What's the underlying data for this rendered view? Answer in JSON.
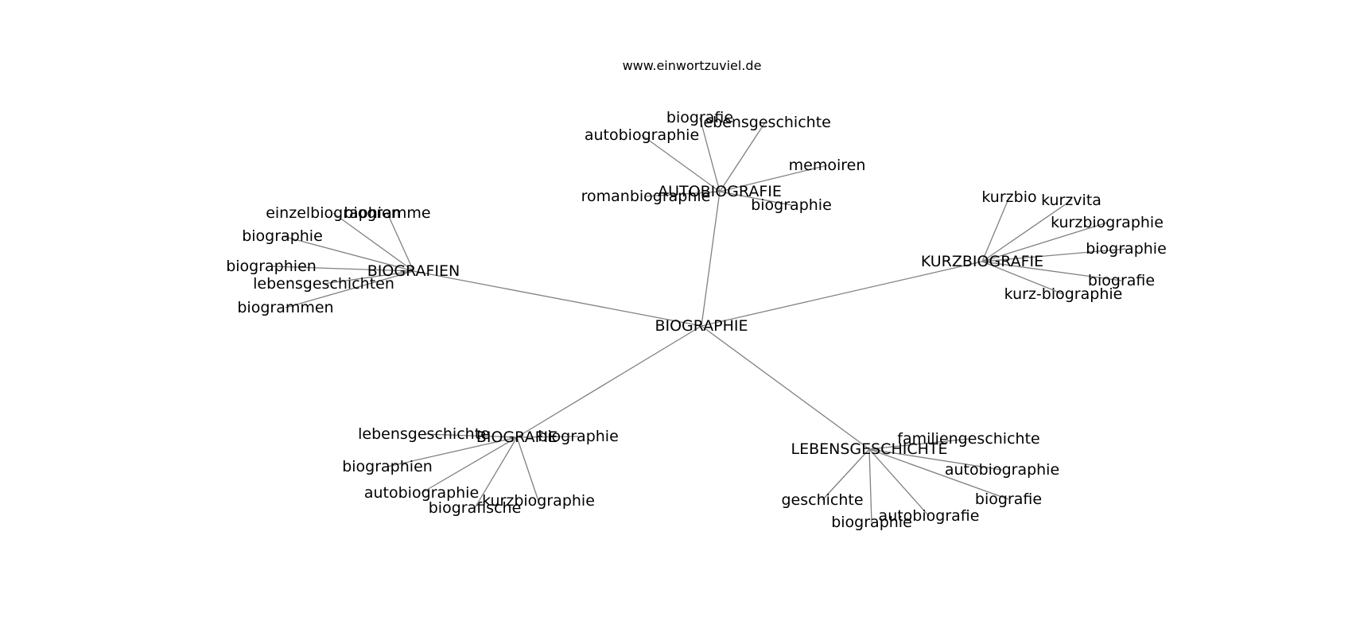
{
  "website": "www.einwortzuviel.de",
  "graph": {
    "center": "BIOGRAPHIE",
    "clusters": [
      {
        "label": "AUTOBIOGRAFIE",
        "leaves": [
          "biografie",
          "lebensgeschichte",
          "autobiographie",
          "memoiren",
          "romanbiographie",
          "biographie"
        ]
      },
      {
        "label": "BIOGRAFIEN",
        "leaves": [
          "einzelbiographien",
          "biogramme",
          "biographie",
          "biographien",
          "lebensgeschichten",
          "biogrammen"
        ]
      },
      {
        "label": "KURZBIOGRAFIE",
        "leaves": [
          "kurzbio",
          "kurzvita",
          "kurzbiographie",
          "biographie",
          "biografie",
          "kurz-biographie"
        ]
      },
      {
        "label": "BIOGRAFIE",
        "leaves": [
          "lebensgeschichte",
          "biographie",
          "biographien",
          "autobiographie",
          "biografische",
          "kurzbiographie"
        ]
      },
      {
        "label": "LEBENSGESCHICHTE",
        "leaves": [
          "familiengeschichte",
          "autobiographie",
          "biografie",
          "geschichte",
          "biographie",
          "autobiografie"
        ]
      }
    ]
  }
}
